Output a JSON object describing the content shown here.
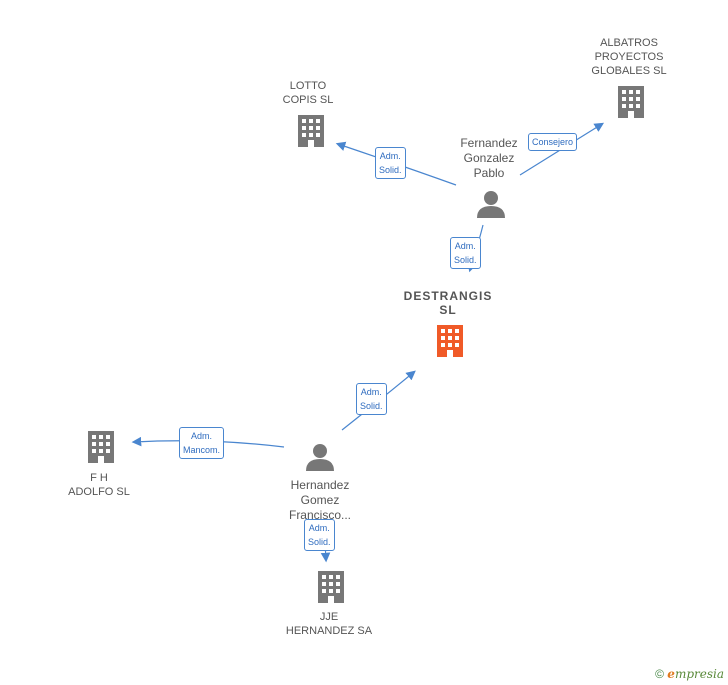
{
  "nodes": {
    "albatros": {
      "lines": [
        "ALBATROS",
        "PROYECTOS",
        "GLOBALES SL"
      ]
    },
    "lotto": {
      "lines": [
        "LOTTO",
        "COPIS  SL"
      ]
    },
    "destrangis": {
      "lines": [
        "DESTRANGIS",
        "SL"
      ]
    },
    "fh": {
      "lines": [
        "F H",
        "ADOLFO  SL"
      ]
    },
    "jje": {
      "lines": [
        "JJE",
        "HERNANDEZ SA"
      ]
    }
  },
  "persons": {
    "fernandez": {
      "lines": [
        "Fernandez",
        "Gonzalez",
        "Pablo"
      ]
    },
    "hernandez": {
      "lines": [
        "Hernandez",
        "Gomez",
        "Francisco..."
      ]
    }
  },
  "edges": {
    "consejero": {
      "lines": [
        "Consejero"
      ]
    },
    "fernandez_lotto": {
      "lines": [
        "Adm.",
        "Solid."
      ]
    },
    "fernandez_destrangis": {
      "lines": [
        "Adm.",
        "Solid."
      ]
    },
    "hernandez_destrangis": {
      "lines": [
        "Adm.",
        "Solid."
      ]
    },
    "hernandez_fh": {
      "lines": [
        "Adm.",
        "Mancom."
      ]
    },
    "hernandez_jje": {
      "lines": [
        "Adm.",
        "Solid."
      ]
    }
  },
  "footer": {
    "copyright": "©",
    "brand_e": "e",
    "brand_rest": "mpresia"
  },
  "colors": {
    "edge": "#4a86cf",
    "building": "#777777",
    "center_building": "#f05a28",
    "person": "#777777"
  }
}
